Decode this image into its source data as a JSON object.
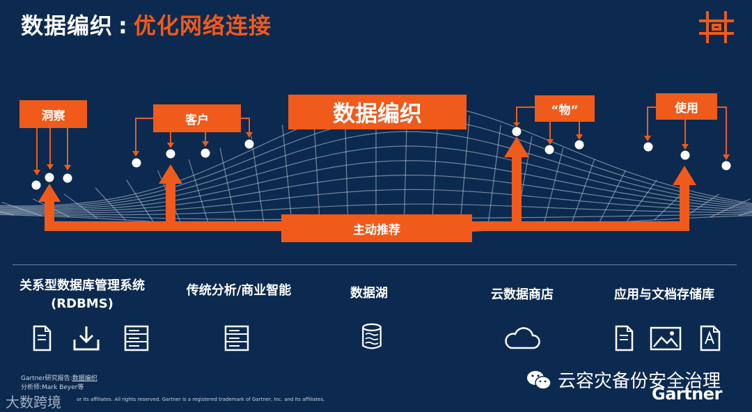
{
  "header": {
    "title_main": "数据编织",
    "title_separator": ":",
    "title_accent": "优化网络连接"
  },
  "diagram": {
    "center_label": "数据编织",
    "categories": [
      {
        "id": "insight",
        "label": "洞察"
      },
      {
        "id": "customer",
        "label": "客户"
      },
      {
        "id": "things",
        "label": "“物”"
      },
      {
        "id": "usage",
        "label": "使用"
      }
    ],
    "bottom_label": "主动推荐"
  },
  "repositories": [
    {
      "id": "rdbms",
      "label_line1": "关系型数据库管理系统",
      "label_line2": "(RDBMS)",
      "icons": [
        "document-icon",
        "download-tray-icon",
        "server-stack-icon"
      ]
    },
    {
      "id": "bi",
      "label_line1": "传统分析/商业智能",
      "label_line2": "",
      "icons": [
        "server-stack-icon"
      ]
    },
    {
      "id": "lake",
      "label_line1": "数据湖",
      "label_line2": "",
      "icons": [
        "database-lake-icon"
      ]
    },
    {
      "id": "cloud",
      "label_line1": "云数据商店",
      "label_line2": "",
      "icons": [
        "cloud-icon"
      ]
    },
    {
      "id": "docs",
      "label_line1": "应用与文档存储库",
      "label_line2": "",
      "icons": [
        "document-icon",
        "image-icon",
        "text-document-icon"
      ]
    }
  ],
  "footer": {
    "source_prefix": "Gartner研究报告:",
    "source_link": "数据编织",
    "analyst": "分析师:Mark Beyer等",
    "copyright": "or its affiliates. All rights reserved. Gartner is a registered trademark of Gartner, Inc. and its affiliates.",
    "watermark_left": "大数跨境",
    "watermark_right": "云容灾备份安全治理",
    "brand": "Gartner"
  },
  "colors": {
    "background": "#0c2a4f",
    "accent": "#f05a1a",
    "text": "#ffffff",
    "grid": "#c8d2e0"
  }
}
